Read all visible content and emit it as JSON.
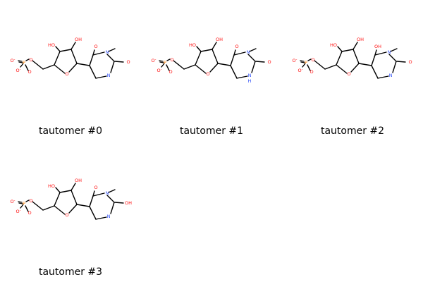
{
  "colors": {
    "oxygen": "#ff0d0d",
    "nitrogen": "#3050f8",
    "phosphorus": "#ff8000",
    "bond": "#000000"
  },
  "molecules": [
    {
      "caption": "tautomer #0",
      "labels": {
        "o_minus_1": "O",
        "o_minus_2": "O",
        "o_dbl": "O",
        "o_link": "O",
        "oh_a": "HO",
        "oh_b": "OH",
        "o_ring": "O",
        "o_c4": "O",
        "n3": "N",
        "o_c2": "O",
        "n1": "N"
      }
    },
    {
      "caption": "tautomer #1",
      "labels": {
        "o_minus_1": "O",
        "o_minus_2": "O",
        "o_dbl": "O",
        "o_link": "O",
        "oh_a": "HO",
        "oh_b": "OH",
        "o_ring": "O",
        "o_c4": "O",
        "n3": "N",
        "o_c2": "O",
        "n1": "N",
        "n1_h": "H"
      }
    },
    {
      "caption": "tautomer #2",
      "labels": {
        "o_minus_1": "O",
        "o_minus_2": "O",
        "o_dbl": "O",
        "o_link": "O",
        "oh_a": "HO",
        "oh_b": "OH",
        "o_ring": "O",
        "o_c4": "OH",
        "n3": "N",
        "o_c2": "O",
        "n1": "N"
      }
    },
    {
      "caption": "tautomer #3",
      "labels": {
        "o_minus_1": "O",
        "o_minus_2": "O",
        "o_dbl": "O",
        "o_link": "O",
        "oh_a": "HO",
        "oh_b": "OH",
        "o_ring": "O",
        "o_c4": "O",
        "n3": "N",
        "o_c2": "OH",
        "n1": "N"
      }
    }
  ]
}
